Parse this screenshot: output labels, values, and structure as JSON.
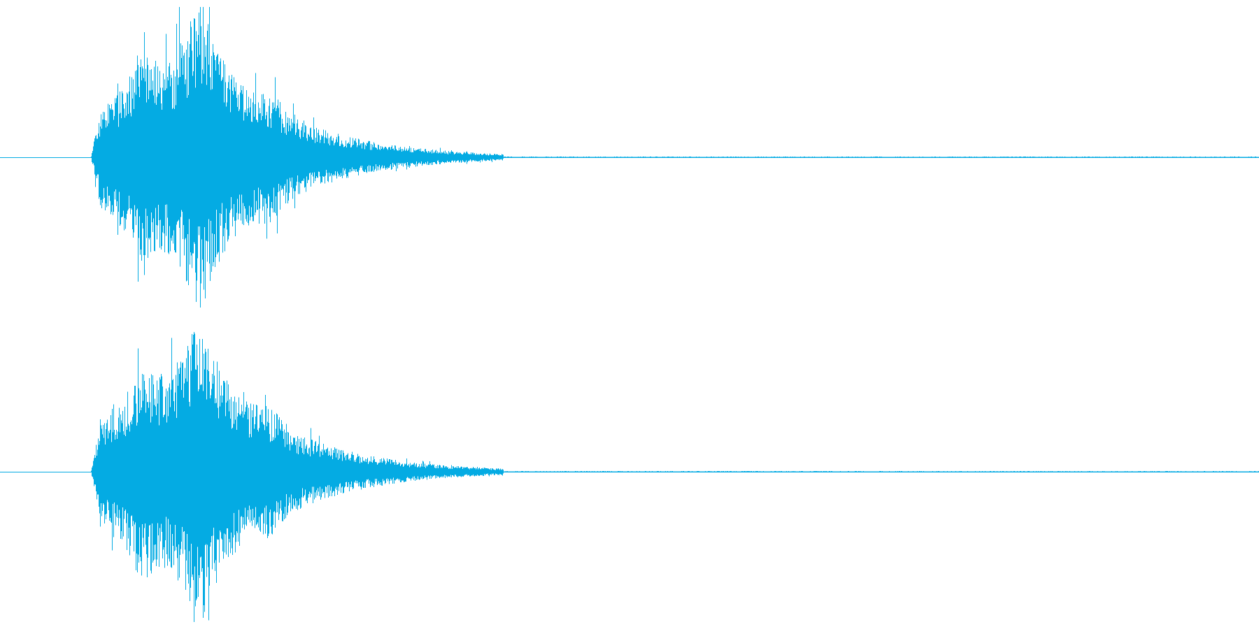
{
  "waveform": {
    "color": "#04abe3",
    "background": "#ffffff",
    "channels": [
      {
        "name": "channel-1"
      },
      {
        "name": "channel-2"
      }
    ],
    "duration_visible_fraction": 1.0,
    "envelope": {
      "onset_fraction": 0.072,
      "peak_fraction": 0.16,
      "decay_end_fraction": 0.4,
      "peak_amplitude": 0.98
    }
  }
}
